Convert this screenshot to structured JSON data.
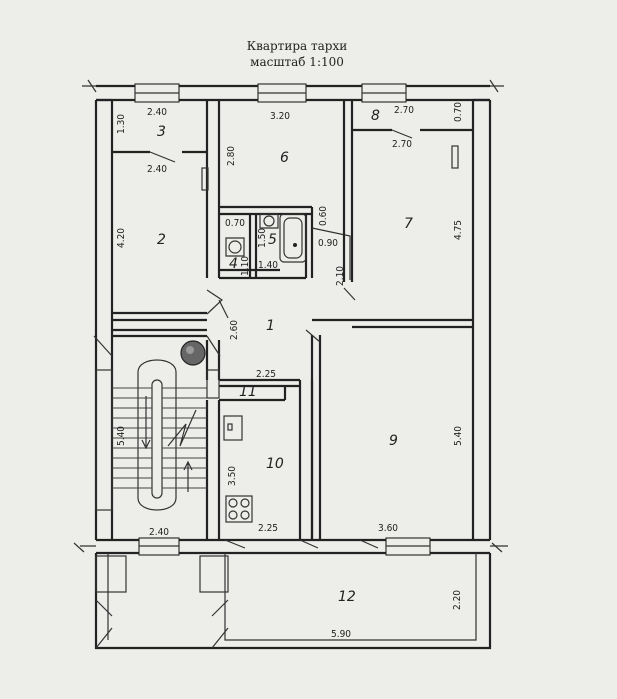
{
  "title": {
    "line1": "Квартира тархи",
    "line2": "масштаб 1:100"
  },
  "rooms": {
    "r1": "1",
    "r2": "2",
    "r3": "3",
    "r4": "4",
    "r5": "5",
    "r6": "6",
    "r7": "7",
    "r8": "8",
    "r9": "9",
    "r10": "10",
    "r11": "11",
    "r12": "12"
  },
  "dims": {
    "r3_top": "2.40",
    "r3_side": "1.30",
    "r3_bottom": "2.40",
    "r2_side": "4.20",
    "r6_top": "3.20",
    "r6_side": "2.80",
    "r8_top": "2.70",
    "r8_side": "0.70",
    "r7_top": "2.70",
    "r7_side": "4.75",
    "r4_top": "0.70",
    "r4_side": "1.10",
    "r5_side": "1.50",
    "r5_bottom": "1.40",
    "r5_right": "0.60",
    "hall_090": "0.90",
    "hall_210": "2.10",
    "hall_260": "2.60",
    "r11_top": "2.25",
    "r10_side": "3.50",
    "r10_bottom": "2.25",
    "stair_side": "5.40",
    "stair_bottom": "2.40",
    "r9_side": "5.40",
    "r9_bottom": "3.60",
    "r12_side": "2.20",
    "r12_bottom": "5.90"
  }
}
